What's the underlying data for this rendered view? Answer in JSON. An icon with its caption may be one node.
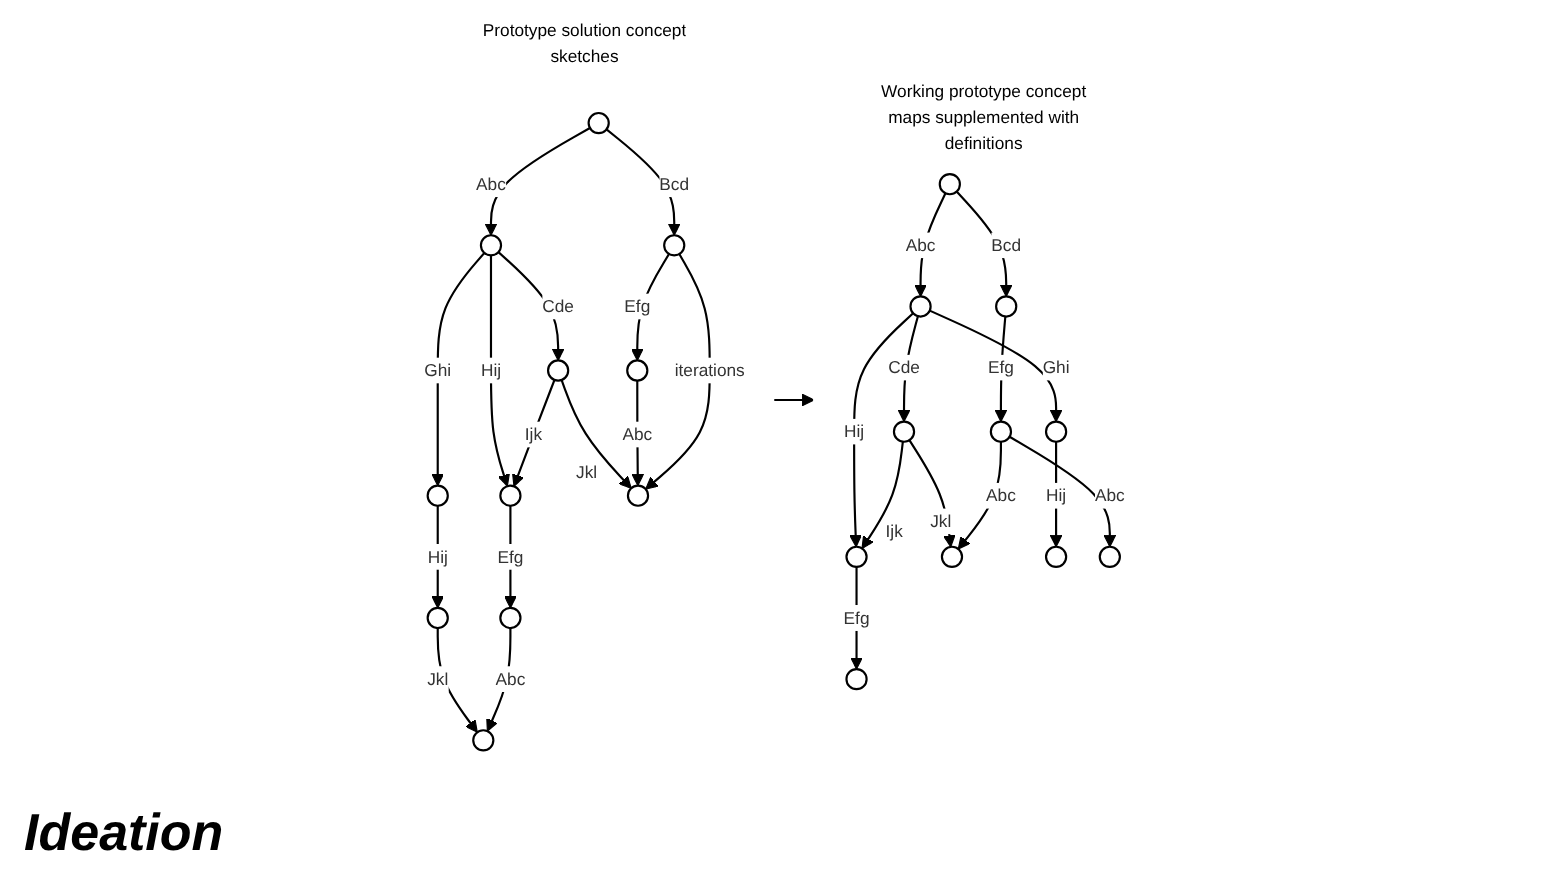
{
  "diagram": {
    "title": "Ideation",
    "nodes": [
      {
        "text": [
          "Prototype solution concept sketches"
        ]
      },
      {
        "text": [],
        "shape": "circle",
        "in": 0
      },
      {
        "text": [],
        "shape": "circle",
        "in": 0
      },
      {
        "text": [],
        "shape": "circle",
        "in": 0
      },
      {
        "text": [],
        "shape": "circle",
        "in": 0
      },
      {
        "text": [],
        "shape": "circle",
        "in": 0
      },
      {
        "text": [],
        "shape": "circle",
        "in": 0
      },
      {
        "text": [],
        "shape": "circle",
        "in": 0
      },
      {
        "text": [],
        "shape": "circle",
        "in": 0
      },
      {
        "text": [],
        "shape": "circle",
        "in": 0
      },
      {
        "text": [],
        "shape": "circle",
        "in": 0
      },
      {
        "text": [],
        "shape": "circle",
        "in": 0
      },
      {
        "text": [
          "Working prototype concept maps supplemented with definitions"
        ]
      },
      {
        "text": [],
        "shape": "circle",
        "in": 12
      },
      {
        "text": [],
        "shape": "circle",
        "in": 12
      },
      {
        "text": [],
        "shape": "circle",
        "in": 12
      },
      {
        "text": [],
        "shape": "circle",
        "in": 12
      },
      {
        "text": [],
        "shape": "circle",
        "in": 12
      },
      {
        "text": [],
        "shape": "circle",
        "in": 12
      },
      {
        "text": [],
        "shape": "circle",
        "in": 12
      },
      {
        "text": [],
        "shape": "circle",
        "in": 12
      },
      {
        "text": [],
        "shape": "circle",
        "in": 12
      },
      {
        "text": [],
        "shape": "circle",
        "in": 12
      },
      {
        "text": [],
        "shape": "circle",
        "in": 12
      }
    ],
    "edges": [
      {
        "from": 1,
        "to": 3,
        "arrow": "to",
        "label": "Abc"
      },
      {
        "from": 1,
        "to": 2,
        "arrow": "to",
        "label": "Bcd"
      },
      {
        "from": 3,
        "to": 4,
        "arrow": "to",
        "label": "Cde"
      },
      {
        "from": 2,
        "to": 5,
        "arrow": "to",
        "label": "Efg"
      },
      {
        "from": 3,
        "to": 6,
        "arrow": "to",
        "label": "Ghi"
      },
      {
        "from": 3,
        "to": 7,
        "arrow": "to",
        "label": "Hij"
      },
      {
        "from": 4,
        "to": 7,
        "arrow": "to",
        "label": "Ijk"
      },
      {
        "from": 4,
        "to": 8,
        "arrow": "to",
        "label": "Jkl"
      },
      {
        "from": 5,
        "to": 8,
        "arrow": "to",
        "label": "Abc"
      },
      {
        "from": 6,
        "to": 9,
        "arrow": "to",
        "label": "Hij"
      },
      {
        "from": 7,
        "to": 10,
        "arrow": "to",
        "label": "Efg"
      },
      {
        "from": 9,
        "to": 11,
        "arrow": "to",
        "label": "Jkl"
      },
      {
        "from": 10,
        "to": 11,
        "arrow": "to",
        "label": "Abc"
      },
      {
        "from": 2,
        "to": 8,
        "arrow": "to",
        "label": "iterations"
      },
      {
        "from": 0,
        "to": 12,
        "arrow": "to"
      },
      {
        "from": 13,
        "to": 15,
        "arrow": "to",
        "label": "Abc"
      },
      {
        "from": 13,
        "to": 14,
        "arrow": "to",
        "label": "Bcd"
      },
      {
        "from": 15,
        "to": 16,
        "arrow": "to",
        "label": "Cde"
      },
      {
        "from": 14,
        "to": 17,
        "arrow": "to",
        "label": "Efg"
      },
      {
        "from": 15,
        "to": 18,
        "arrow": "to",
        "label": "Ghi"
      },
      {
        "from": 15,
        "to": 19,
        "arrow": "to",
        "label": "Hij"
      },
      {
        "from": 16,
        "to": 19,
        "arrow": "to",
        "label": "Ijk"
      },
      {
        "from": 16,
        "to": 20,
        "arrow": "to",
        "label": "Jkl"
      },
      {
        "from": 17,
        "to": 20,
        "arrow": "to",
        "label": "Abc"
      },
      {
        "from": 18,
        "to": 21,
        "arrow": "to",
        "label": "Hij"
      },
      {
        "from": 19,
        "to": 22,
        "arrow": "to",
        "label": "Efg"
      },
      {
        "from": 17,
        "to": 23,
        "arrow": "to",
        "label": "Abc"
      }
    ]
  }
}
